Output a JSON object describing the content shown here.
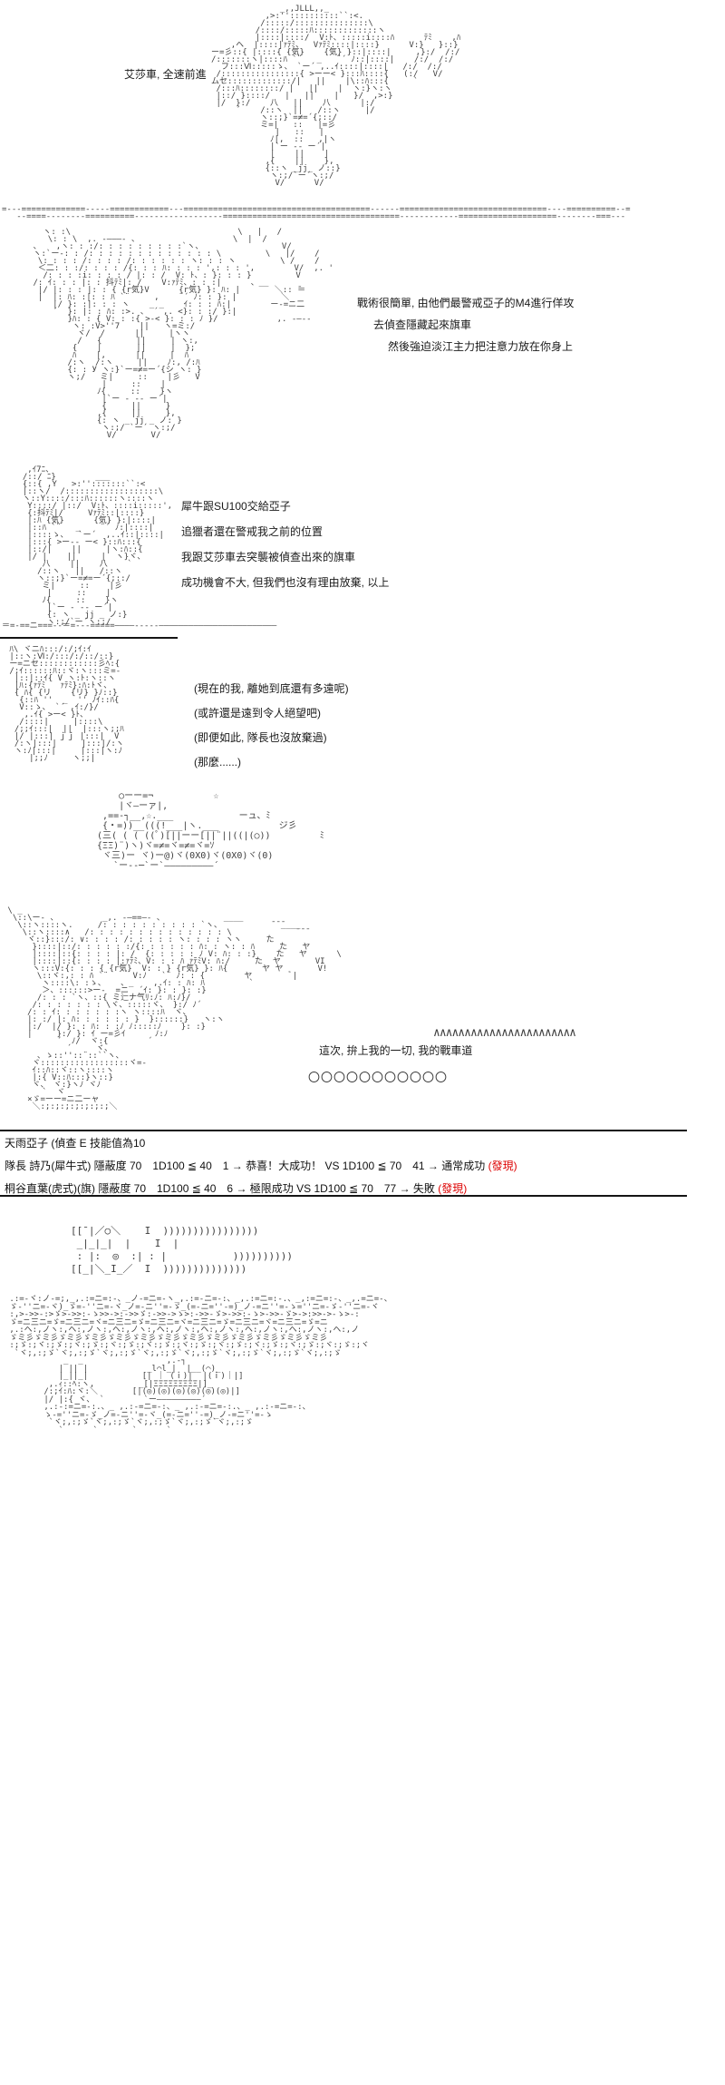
{
  "page": {
    "background": "#ffffff",
    "ink_color": "#3d3d3d",
    "text_color": "#1a1a1a",
    "accent_red": "#dd0000"
  },
  "scene1": {
    "dialogue": "艾莎車, 全速前進",
    "art": [
      "                          _,,JLLL,,_",
      "                       ,>:''::::::::::``:<.",
      "                      /:::::/:::::::::::::::\\",
      "                     /::::/:::::ﾊ:::::::::::::ヽ",
      "                     |::::|::::/  V:ﾄ、:::::i::::ﾊ      ﾃﾐ    ,ﾊ",
      "                ,ヘ  |::::|ｧﾃﾐ、  Vｧﾃﾐ::::|::::}      V:}   }::}",
      "            ー=彡::{ |::::{ {気}    {気} }::|::::|     ,}:/  /:/",
      "            /:::::::ヽ|::::ﾊ `¨   _   ¨´ ﾉ::|::::|    /:/  /:/",
      "              ̄フ:::Ⅵ:::::ゝ、 `ー´ ,..ｲ::::|::::|   /:/  /:/",
      "             /::::::::::::::::{ >ーー< }:::ﾊ::::{   (:/   V/",
      "            ムセ:::::::::::::/|   ||    |\\::ﾊ:::{     `",
      "             /:::ﾊ::::::::/ |   ||    |  ヽ:}ヽ:ヽ",
      "             |::/ }::::/   |   ||    |   }/  ,>:}",
      "             |/  }:/    八   ||    八      |:/",
      "                 ´    /::ヽ  ||   /::ヽ     |/",
      "                      ヽ::;}`=≠=´{;::/",
      "                      ミ=|   ::   |=彡",
      "                         |   ::   |",
      "                        ﾉ|,  ::   ,|ヽ",
      "                        |`ー -- ー´|",
      "                        |    ||    |",
      "                       ,{    ||    },",
      "                       {::ヽ _jj_ ノ::}",
      "                        ヽ:;/`ー´ヽ:;/",
      "                         V/      V/"
    ]
  },
  "divider1": {
    "art": [
      "=---=============-----============---======================================------==============================----==========--=",
      "   --====--------==========------------------====================================------------====================--------===---"
    ]
  },
  "scene2": {
    "dialogues": [
      "戰術很簡單, 由他們最警戒亞子的M4進行佯攻",
      "去偵查隱藏起來旗車",
      "然後強迫淡江主力把注意力放在你身上"
    ],
    "art": [
      "        ヽ: :\\                                  \\   |   /",
      "         \\: : \\  ,. -―――- 、                   \\  |  /",
      "      、   ,ヽ: : :/: : : : : : : : :`ヽ、                V/",
      "      ヽ:`ー-: : /: : : : : : : : : : : : : \\         \\   |/    /",
      "       \\: : : : /: : : : /: : : : : : ヽ: : : ヽ         \\ /    /",
      "       ＜二: : :/: : : : /{: : : ﾊ: : : : ',: : : ',        V/  ,. '",
      "        /: : : :i: : : : / |: : /  V: ﾄ、: }: : : }         V",
      "      /: ｲ: : : |: : 抖ﾃﾐ|: /    V:ｧﾃﾐ、: : :|      、__",
      "       |/ |: : : |: : { {r気}V      {r気} }: ﾊ: |       ＼:: ̄＝",
      "       |  |: ﾊ: :|: : ﾊ `¨     ,    ¨´ ﾉ: : }: |         ＼",
      "          |/ }: :|: : : ヽ    _ _    ｲ: : : ﾊ:|        ー-=ニ二",
      "          ´  }: |: : ﾊ: :>. 、 ´ ,. <}: : :/ }:|",
      "             }ﾊ: : { V: : :{ >-< }: : : ﾉ }/            ,. -―--",
      "              ヽ: :V>''7    ||   ヽ=ミ:/",
      "               ヾ/  /      ||     |ヽヽ",
      "               /   {       ||     | ヽ:,",
      "              {    |       ||     |  };",
      "              ﾊ    |,      ||     |  ﾊ",
      "             /:ヽ  /:ヽ     ||    ﾉ:, /:ﾊ",
      "             {: : У ヽ:}`ー=≠=ー´{シ ヽ: }",
      "             ヽ;/   ミ|     ::    |彡   V",
      "                    |     ::    |",
      "                   ﾉ{     ::    }ヽ",
      "                    |`ー - -- ー´|",
      "                    {     ||     }",
      "                   ,{     ||     },",
      "                   {: ヽ _ jj _ ノ: }",
      "                    ヽ:;/ `ー´ ヽ:;/",
      "                     V/       V/"
    ]
  },
  "scene3": {
    "dialogues": [
      "犀牛跟SU100交給亞子",
      "追獵者還在警戒我之前的位置",
      "我跟艾莎車去突襲被偵查出來的旗車",
      "成功機會不大, 但我們也沒有理由放棄, 以上"
    ],
    "art": [
      "   ,ｲ7ﾆ、",
      "  /::/ ﾆ}        ___",
      "  {::{ ,Y   >:'':::::::``:<",
      "  |::ヽ/  /:::::::::::::::::::\\",
      "  ヽ::Y::::/:::ﾊ::::::ヽ::::ヽ",
      "   Y::::/ |::/  V:ﾄ、::::i:::::',",
      "   {:抖ﾃﾐ|/     Vｧﾃﾐ::|::::}",
      "   |:ﾊ {気}      {気} }:|::::|",
      "   |::ﾊ `¨   _    ¨´ ﾉ:|::::|",
      "   |::::ゝ、  `ー´  ,..ｲ::|::::|",
      "   |:::{ >ー-- ー< }::ﾊ:::{",
      "   |::/|    ||     |ヽ:ﾊ::{",
      "   |/ |    ||     |  ヽ}ヾ、",
      "      八    ||    八    `",
      "     /::ヽ   ||   /::ヽ",
      "     ヽ::;}`ー=≠=ー´{;::/",
      "      ミ|     ::    |彡",
      "       |     ::    |",
      "      ﾉ{     ::    }ヽ",
      "       |`ー - -- ー´|",
      "       {: ヽ _ jj _ ノ:}",
      "       ヽ:;/`ー´ヽ:;/"
    ],
    "divider": [
      "＝=-==ニ===--＝=---=====――――-----――――――――――――――――――――――――"
    ]
  },
  "scene4": {
    "thoughts": [
      "(現在的我, 離她到底還有多遠呢)",
      "(或許還是遠到令人絕望吧)",
      "(即便如此, 隊長也沒放棄過)",
      "(那麼......)"
    ],
    "art": [
      " ﾊ\\ ヾニﾊ:::/:/;ｲ:ｲ",
      " |::ヽ:Ⅵ:/:::/:/::/::}",
      " ー=ニセ::::::::::::彡ﾍ:{",
      " /;ｲ::::::ﾊ::ヾ:ヽ:::ミ=-",
      "  |::|::ｲ{ V ヽ:ﾄ:ヽ::ヽ",
      "  |ﾊ:{ｧﾃﾐ   ｧﾃﾐ}:ﾊ:ﾄヾ、",
      "  { ﾊ{ {リ    {リ} }ﾉ::}",
      "   {::ﾊ ''  _  '' ﾉｲ::ﾊ{",
      "   V::ゝ、 `´ ,ｲ:/}/",
      "    ,.ｲ{ >ー< }ﾄ、",
      "   /::::|     |::::\\",
      "  /;;ｲ:::|  ||  |:::ヽ;;ﾊ",
      "  |/ |:::| ｊｊ |:::|  V",
      "  /:ヽ|:::|     |:::|/:ヽ",
      "  ヽ:ﾉ|:::|     |:::|ヽ:ﾉ",
      "     |;;ﾉ     ヽ;;|"
    ]
  },
  "scene5": {
    "art": [
      "      ○ーー=¬           ☆",
      "      |ヾ―ーァ|,",
      "   ,==-┐__,☆.___            ーュ、ﾐ",
      "   {・=))__(((!___|ヽ.___           ジ彡",
      "  (三( ( ( ((ﾟ)[||ーー[||¨||((|(○))         ﾐ",
      "  {ΞΞ)¨)ヽ)ヾ=≠=ヾ=≠=ヾ=ｿ",
      "   ヾ三)ー ヾ)ー@)ヾ(0X0)ヾ(0X0)ヾ(0)",
      "     `ー--─`ー`―――――――――´"
    ]
  },
  "scene6": {
    "dialogue": "這次, 拚上我的一切, 我的戰車道",
    "zigzag": "∧∧∧∧∧∧∧∧∧∧∧∧∧∧∧∧∧∧∧∧∧∧∧",
    "circles": "〇〇〇〇〇〇〇〇〇〇〇",
    "art": [
      " \\ _",
      "  \\::\\ー- 、         _,. -―==―- 、            ____",
      "   \\::ヽ::::ヽ.     /: : : : : : : : : : `ヽ、          ̄ ̄ ̄____",
      "    \\::ヽ::::∧   /: : : : : : : : : : : : : : \\             ̄ ̄ ̄",
      "     ヾ::}:::/: ∨: : : : /: : : : : ヽ: : : : ヽヽ     た",
      "      }::::|::/: : : : : :/{: : : : : : ﾊ: : ヽ: : ﾊ     た   ヤ",
      "      |::::|::{: : : : |: /  {: : : : : ﾉ V: ﾊ: : :}    た   ヤ      \\",
      "      |::::|::{: : : : |:ｧﾃﾐ、V: : : ﾊ ｧﾃﾐV: ﾊ:/     た  ヤ       VI",
      "      ヽ:::V:{: : : { {r気}  V: : } {r気} }: ﾊ{       ヤ ヤ       V!",
      "       \\::ヾ:,: : ﾊ `¨     V:ﾉ   `¨ ﾉ: : {        ヤ        ﾞ|",
      "        ヽ::::\\: :ゝ、   、_    ,.ｲ: : ﾊ: ﾊ         `",
      "        ＞、::::::>ー-  =ニ  ´ｲ: }: : }: :}",
      "       /: : : `ヽ、::{ ミ辷ナ气ﾘ:ﾉ: ﾊ:ﾉ}/",
      "      /: : : : : : : \\ヾ、:::::ヾ、 }:/ ﾉ´",
      "     /: : ｲ: : : : : : :ヽ ヽ::::ﾊ  ヾ、",
      "     |: :/ |: ﾊ: : : : : : }  }::::::}   ヽ:ヽ",
      "     |:/  |/ }: : ﾊ: : :ﾉ ﾉ:::::ﾉ    }: :}",
      "     |     }:/ }: ｲ ー=彡ｲ      ﾉ:ﾉ",
      "           ´  ﾉ/  ヾ:{        ´",
      "             ´     ヾ、",
      "       、ゝ::''::¨::``ヽ、",
      "      ヾ::::::::::::::::::ヾ=-",
      "      ｲ::ﾊ::ヾ::ヽ::::ヽ",
      "      |:{ V::ﾊ:::}ヽ::}",
      "      ヾ、 ヾ:}ヽﾉ ヾﾉ",
      "        `  ヾ",
      "     ×ゞ=ーー=ニ二ーャ",
      "      ＼:;:;:;:;:;:;:;＼"
    ]
  },
  "mechanics": {
    "header": "天雨亞子 (偵查 E 技能值為10",
    "rows": [
      {
        "text": "隊長 詩乃(犀牛式) 隱蔽度 70　1D100 ≦ 40　1 → 恭喜！大成功！ VS 1D100 ≦ 70　41 → 通常成功 ",
        "result": "(發現)"
      },
      {
        "text": "桐谷直葉(虎式)(旗) 隱蔽度 70　1D100 ≦ 40　6 → 極限成功 VS 1D100 ≦ 70　77 → 失敗 ",
        "result": "(發現)"
      }
    ]
  },
  "scene7": {
    "art": [
      "[[¯|／○＼    I  ))))))))))))))))",
      " _|_|_|  |    I  |",
      " : |:  ◎  :| : |           ))))))))))",
      "[[_|＼_I_／  I  ))))))))))))))"
    ]
  },
  "scene8": {
    "art": [
      " .:=-ヾ:ノ-=;,_,.:=ニ=:-、_ノ-=ニ=-ヽ_,.:=-ニ=-:、_,.:=ニ=:-.、_,:=ニ=:-、_,.=ニ=-、",
      " ゞ-''ニ=-ヾ)_ゞ=-''ニ=-ヾ_ノ=-ニ''=-ゞ_(=-ニ=''-=)_ノ-=ニ''=-ゝ=''ニ=-ゞ-''ニ=-ヾ",
      " :,>->>-:>ゞ>->>:-ゝ>>->:->>ゞ:->>->ゝ>:->>-ゞ>->>:-ゝ>->>-ゞ>->:>>->-ゝ>-:",
      " ゞ=ニ三ニ=ゞ=ニ三ニ=ヾ=ニ三ニ=ゞ=ニ三ニ=ヾ=ニ三ニ=ゞ=ニ三ニ=ヾ=ニ三ニ=ゞ=ニ",
      " ,.:ヘ:,ノヽ:,ヘ:,ノヽ:,ヘ:,ノヽ:,ヘ:,ノヽ:,ヘ:,ノヽ:,ヘ:,ノヽ:,ヘ:,ノヽ:,ヘ:,ノ",
      " ゞミ彡ゞミ彡ゞミ彡ゞミ彡ゞミ彡ゞミ彡ゞミ彡ゞミ彡ゞミ彡ゞミ彡ゞミ彡ゞミ彡ゞミ彡",
      " :;ゞ:;ヾ:;ゞ:;ヾ:;ゞ:;ヾ:;ゞ:;ヾ:;ゞ:;ヾ:;ゞ:;ヾ:;ゞ:;ヾ:;ゞ:;ヾ:;ゞ:;ヾ:;ゞ:;ヾ",
      "  `ヾ;,:;ゞ`ヾ;,:;ゞ`ヾ;,:;ゞ`ヾ;,:;ゞ`ヾ;,:;ゞ`ヾ;,:;ゞ`ヾ;,:;ゞ`ヾ;,:;ゞ",
      "            _  _                 ,.-┐",
      "           | || |            _l⌒l_|  |__(⌒)_",
      "           |_||_|           [| ｜ (ｉ)|  |(ｉ)｜|]",
      "         ,.ｨ::ﾍ:ヽ,         _[|ΞΞΞΞΞΞΞΞΞ|]_",
      "        /:;ｲ:ﾊ:ヾ:＼       [|(◎)(◎)(◎)(◎)(◎)(◎)|]",
      "        |/ |:{ ヾ、 `        `ー―――――――――´",
      "        ,.:-:=ニ=-:.、_ ,.:-=ニ=-:、_ ,.:-=ニ=-:.、_ ,.:-=ニ=-:、",
      "        ゝ-=''ニ=-ゞ_ノ=-ニ''=-ヾ_(=-ニ=''-=)_ノ-=ニ''=-ゝ",
      "         `ヾ;,:;ゞ`ヾ;,:;ゞ`ヾ;,:;ゞ`ヾ;,:;ゞ`ヾ;,:;ゞ",
      "           `      `       `      `"
    ]
  }
}
